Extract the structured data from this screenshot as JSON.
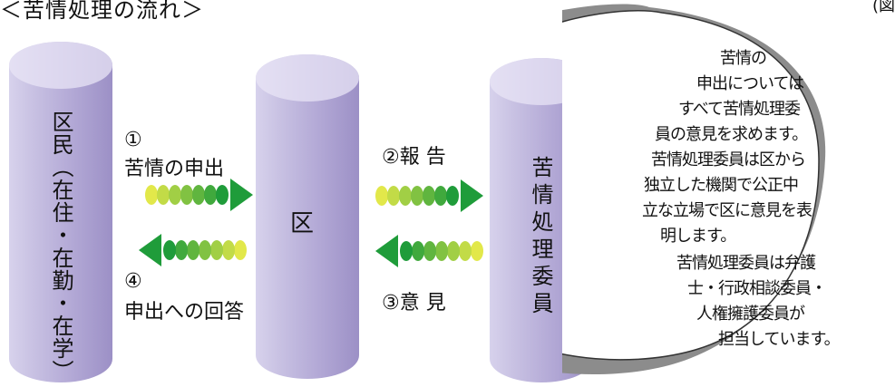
{
  "header": {
    "title": "＜苦情処理の流れ＞",
    "figure_ref": "(図"
  },
  "nodes": {
    "resident": "区民（在住・在勤・在学）",
    "ward": "区",
    "committee": "苦情処理委員"
  },
  "flows": [
    {
      "number": "①",
      "label": "苦情の申出",
      "direction": "right"
    },
    {
      "number": "②",
      "label": "報 告",
      "direction": "right"
    },
    {
      "number": "③",
      "label": "意 見",
      "direction": "left"
    },
    {
      "number": "④",
      "label": "申出への回答",
      "direction": "left"
    }
  ],
  "callout": {
    "lines": [
      "苦情の",
      "申出については",
      "すべて苦情処理委",
      "員の意見を求めます。",
      "苦情処理委員は区から",
      "独立した機関で公正中",
      "立な立場で区に意見を表",
      "明します。",
      "苦情処理委員は弁護",
      "士・行政相談委員・",
      "人権擁護委員が",
      "担当しています。"
    ]
  },
  "colors": {
    "cylinder": "#b3a9d6",
    "arrow_light": "#e2e84a",
    "arrow_dark": "#1f9c3a",
    "bubble_shadow": "#8c8c8c"
  }
}
